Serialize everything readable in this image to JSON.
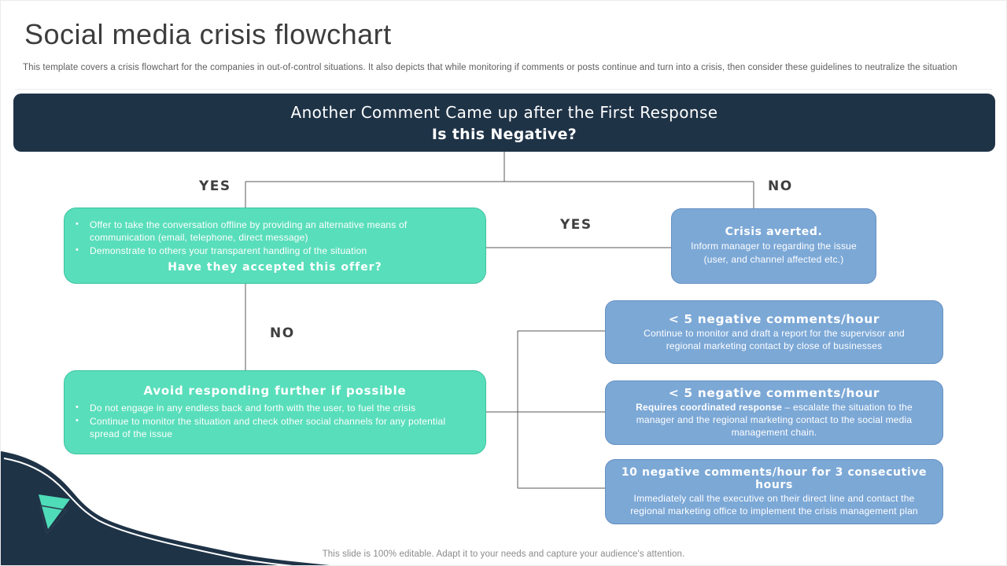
{
  "slide": {
    "title": "Social media crisis flowchart",
    "subtitle": "This template covers a crisis flowchart for the companies in out-of-control situations. It also depicts that while monitoring if comments or posts continue and turn into a crisis, then consider these guidelines to neutralize the situation",
    "footer": "This slide is 100% editable. Adapt it to your needs and capture your audience's attention."
  },
  "header": {
    "line1": "Another Comment Came up after the First Response",
    "line2": "Is this Negative?"
  },
  "labels": {
    "yes_top": "YES",
    "no_top": "NO",
    "yes_mid": "YES",
    "no_mid": "NO"
  },
  "boxes": {
    "offer": {
      "bullets": [
        "Offer to take the conversation offline by providing an alternative means of communication (email, telephone, direct message)",
        "Demonstrate to others your transparent handling of the situation"
      ],
      "question": "Have they accepted this offer?"
    },
    "crisis_averted": {
      "title": "Crisis averted.",
      "body": "Inform manager to regarding the issue (user, and channel affected etc.)"
    },
    "avoid": {
      "title": "Avoid responding further if possible",
      "bullets": [
        "Do not engage in any endless back and forth with the user, to fuel the crisis",
        "Continue to monitor the situation and check other social channels for any potential spread of the issue"
      ]
    },
    "monitor": {
      "title": "< 5 negative comments/hour",
      "body": "Continue to monitor and draft a report for the supervisor and regional marketing contact by close of businesses"
    },
    "coordinated": {
      "title": "< 5 negative comments/hour",
      "body_bold": "Requires coordinated response",
      "body_rest": "– escalate the situation to the manager and the regional marketing contact to the social media management chain."
    },
    "executive": {
      "title": "10 negative comments/hour for 3 consecutive hours",
      "body": "Immediately call the executive on their direct line and contact the regional marketing office to implement the crisis management plan"
    }
  },
  "colors": {
    "header_navy": "#1f3347",
    "green_box": "#59debb",
    "blue_box": "#7ca8d6",
    "connector_line": "#595959",
    "flow_label_text": "#3f3f3f",
    "teal_accent": "#4fdcb8"
  }
}
